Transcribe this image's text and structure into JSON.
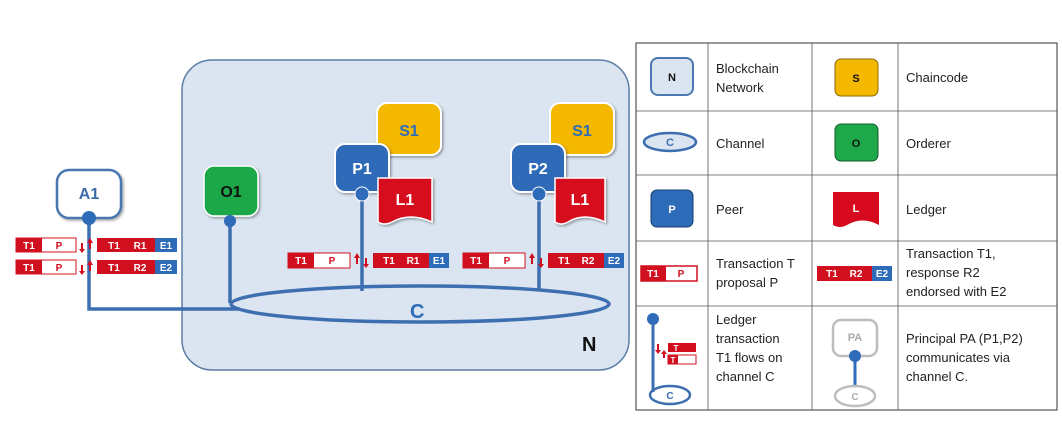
{
  "network": {
    "label": "N",
    "channel_label": "C"
  },
  "nodes": {
    "a1": "A1",
    "o1": "O1",
    "p1": "P1",
    "s1_1": "S1",
    "l1_1": "L1",
    "p2": "P2",
    "s1_2": "S1",
    "l1_2": "L1"
  },
  "tx": {
    "t1": "T1",
    "p": "P",
    "r1": "R1",
    "r2": "R2",
    "e1": "E1",
    "e2": "E2",
    "t": "T"
  },
  "legend": {
    "icons": {
      "n": "N",
      "s": "S",
      "c": "C",
      "o": "O",
      "p": "P",
      "l": "L",
      "pa": "PA"
    },
    "rows": [
      {
        "left": [
          "Blockchain",
          "Network"
        ],
        "right": [
          "Chaincode"
        ]
      },
      {
        "left": [
          "Channel"
        ],
        "right": [
          "Orderer"
        ]
      },
      {
        "left": [
          "Peer"
        ],
        "right": [
          "Ledger"
        ]
      },
      {
        "left": [
          "Transaction T",
          "proposal P"
        ],
        "right": [
          "Transaction T1,",
          "response R2",
          "endorsed with E2"
        ]
      },
      {
        "left": [
          "Ledger",
          "transaction",
          "T1 flows on",
          "channel C"
        ],
        "right": [
          "Principal PA (P1,P2)",
          "communicates via",
          "channel C."
        ]
      }
    ]
  },
  "colors": {
    "network_fill": "#dbe5f1",
    "network_stroke": "#5b7fa6",
    "line": "#3d6fb0",
    "peer": "#2e6bb8",
    "chaincode": "#f5b800",
    "orderer": "#1fa84a",
    "ledger": "#d6091f",
    "tx_red": "#d0101f",
    "endorse_blue": "#2e6bb8"
  }
}
